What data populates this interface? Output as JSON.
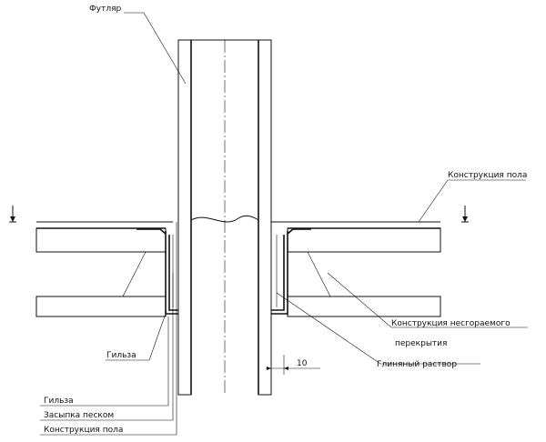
{
  "labels": {
    "case": "Футляр",
    "floor_structure_top": "Конструкция пола",
    "slab_line1": "Конструкция несгораемого",
    "slab_line2": "перекрытия",
    "sleeve_left": "Гильза",
    "clay_mortar": "Глиняный раствор",
    "dimension": "10"
  },
  "legend": [
    "Гильза",
    "Засыпка песком",
    "Конструкция пола"
  ]
}
